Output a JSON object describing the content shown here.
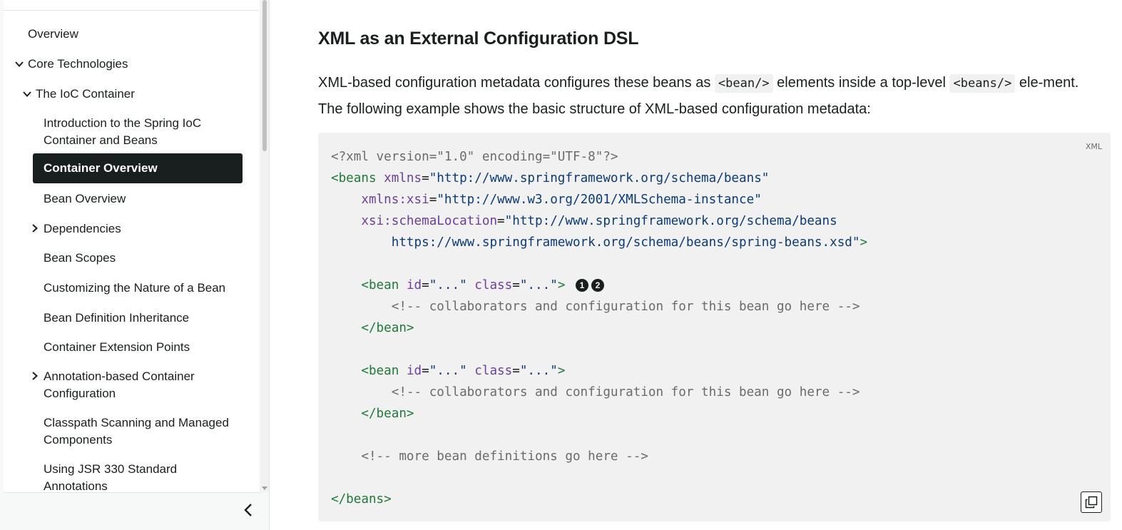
{
  "sidebar": {
    "items": {
      "overview": "Overview",
      "core_technologies": "Core Technologies",
      "ioc_container": "The IoC Container",
      "intro_line1": "Introduction to the Spring IoC",
      "intro_line2": "Container and Beans",
      "container_overview": "Container Overview",
      "bean_overview": "Bean Overview",
      "dependencies": "Dependencies",
      "bean_scopes": "Bean Scopes",
      "customizing": "Customizing the Nature of a Bean",
      "bean_def_inheritance": "Bean Definition Inheritance",
      "container_ext": "Container Extension Points",
      "annotation_line1": "Annotation-based Container",
      "annotation_line2": "Configuration",
      "classpath_line1": "Classpath Scanning and Managed",
      "classpath_line2": "Components",
      "jsr_line1": "Using JSR 330 Standard",
      "jsr_line2": "Annotations"
    },
    "icons": {
      "expanded": "chevron-down-icon",
      "collapsed": "chevron-right-icon",
      "collapse_sidebar": "chevron-left-icon"
    }
  },
  "main": {
    "heading": "XML as an External Configuration DSL",
    "para": {
      "t1": "XML-based configuration metadata configures these beans as ",
      "code1": "<bean/>",
      "t2": " elements inside a top-level ",
      "code2": "<beans/>",
      "t3": " ele-ment. The following example shows the basic structure of XML-based configuration metadata:"
    },
    "code": {
      "language": "XML",
      "l1": "<?xml version=\"1.0\" encoding=\"UTF-8\"?>",
      "l2_open": "<beans",
      "l2_attr": "xmlns",
      "l2_val": "\"http://www.springframework.org/schema/beans\"",
      "l3_attr": "xmlns:xsi",
      "l3_val": "\"http://www.w3.org/2001/XMLSchema-instance\"",
      "l4_attr": "xsi:schemaLocation",
      "l4_val": "\"http://www.springframework.org/schema/beans",
      "l5_val": "https://www.springframework.org/schema/beans/spring-beans.xsd\"",
      "l5_close": ">",
      "bean_open": "<bean",
      "id_attr": "id",
      "id_val": "\"...\"",
      "class_attr": "class",
      "class_val": "\"...\"",
      "tag_close": ">",
      "callout1": "1",
      "callout2": "2",
      "comment_collab": "<!-- collaborators and configuration for this bean go here -->",
      "bean_close": "</bean>",
      "comment_more": "<!-- more bean definitions go here -->",
      "beans_close": "</beans>"
    },
    "icons": {
      "copy": "copy-icon"
    }
  }
}
